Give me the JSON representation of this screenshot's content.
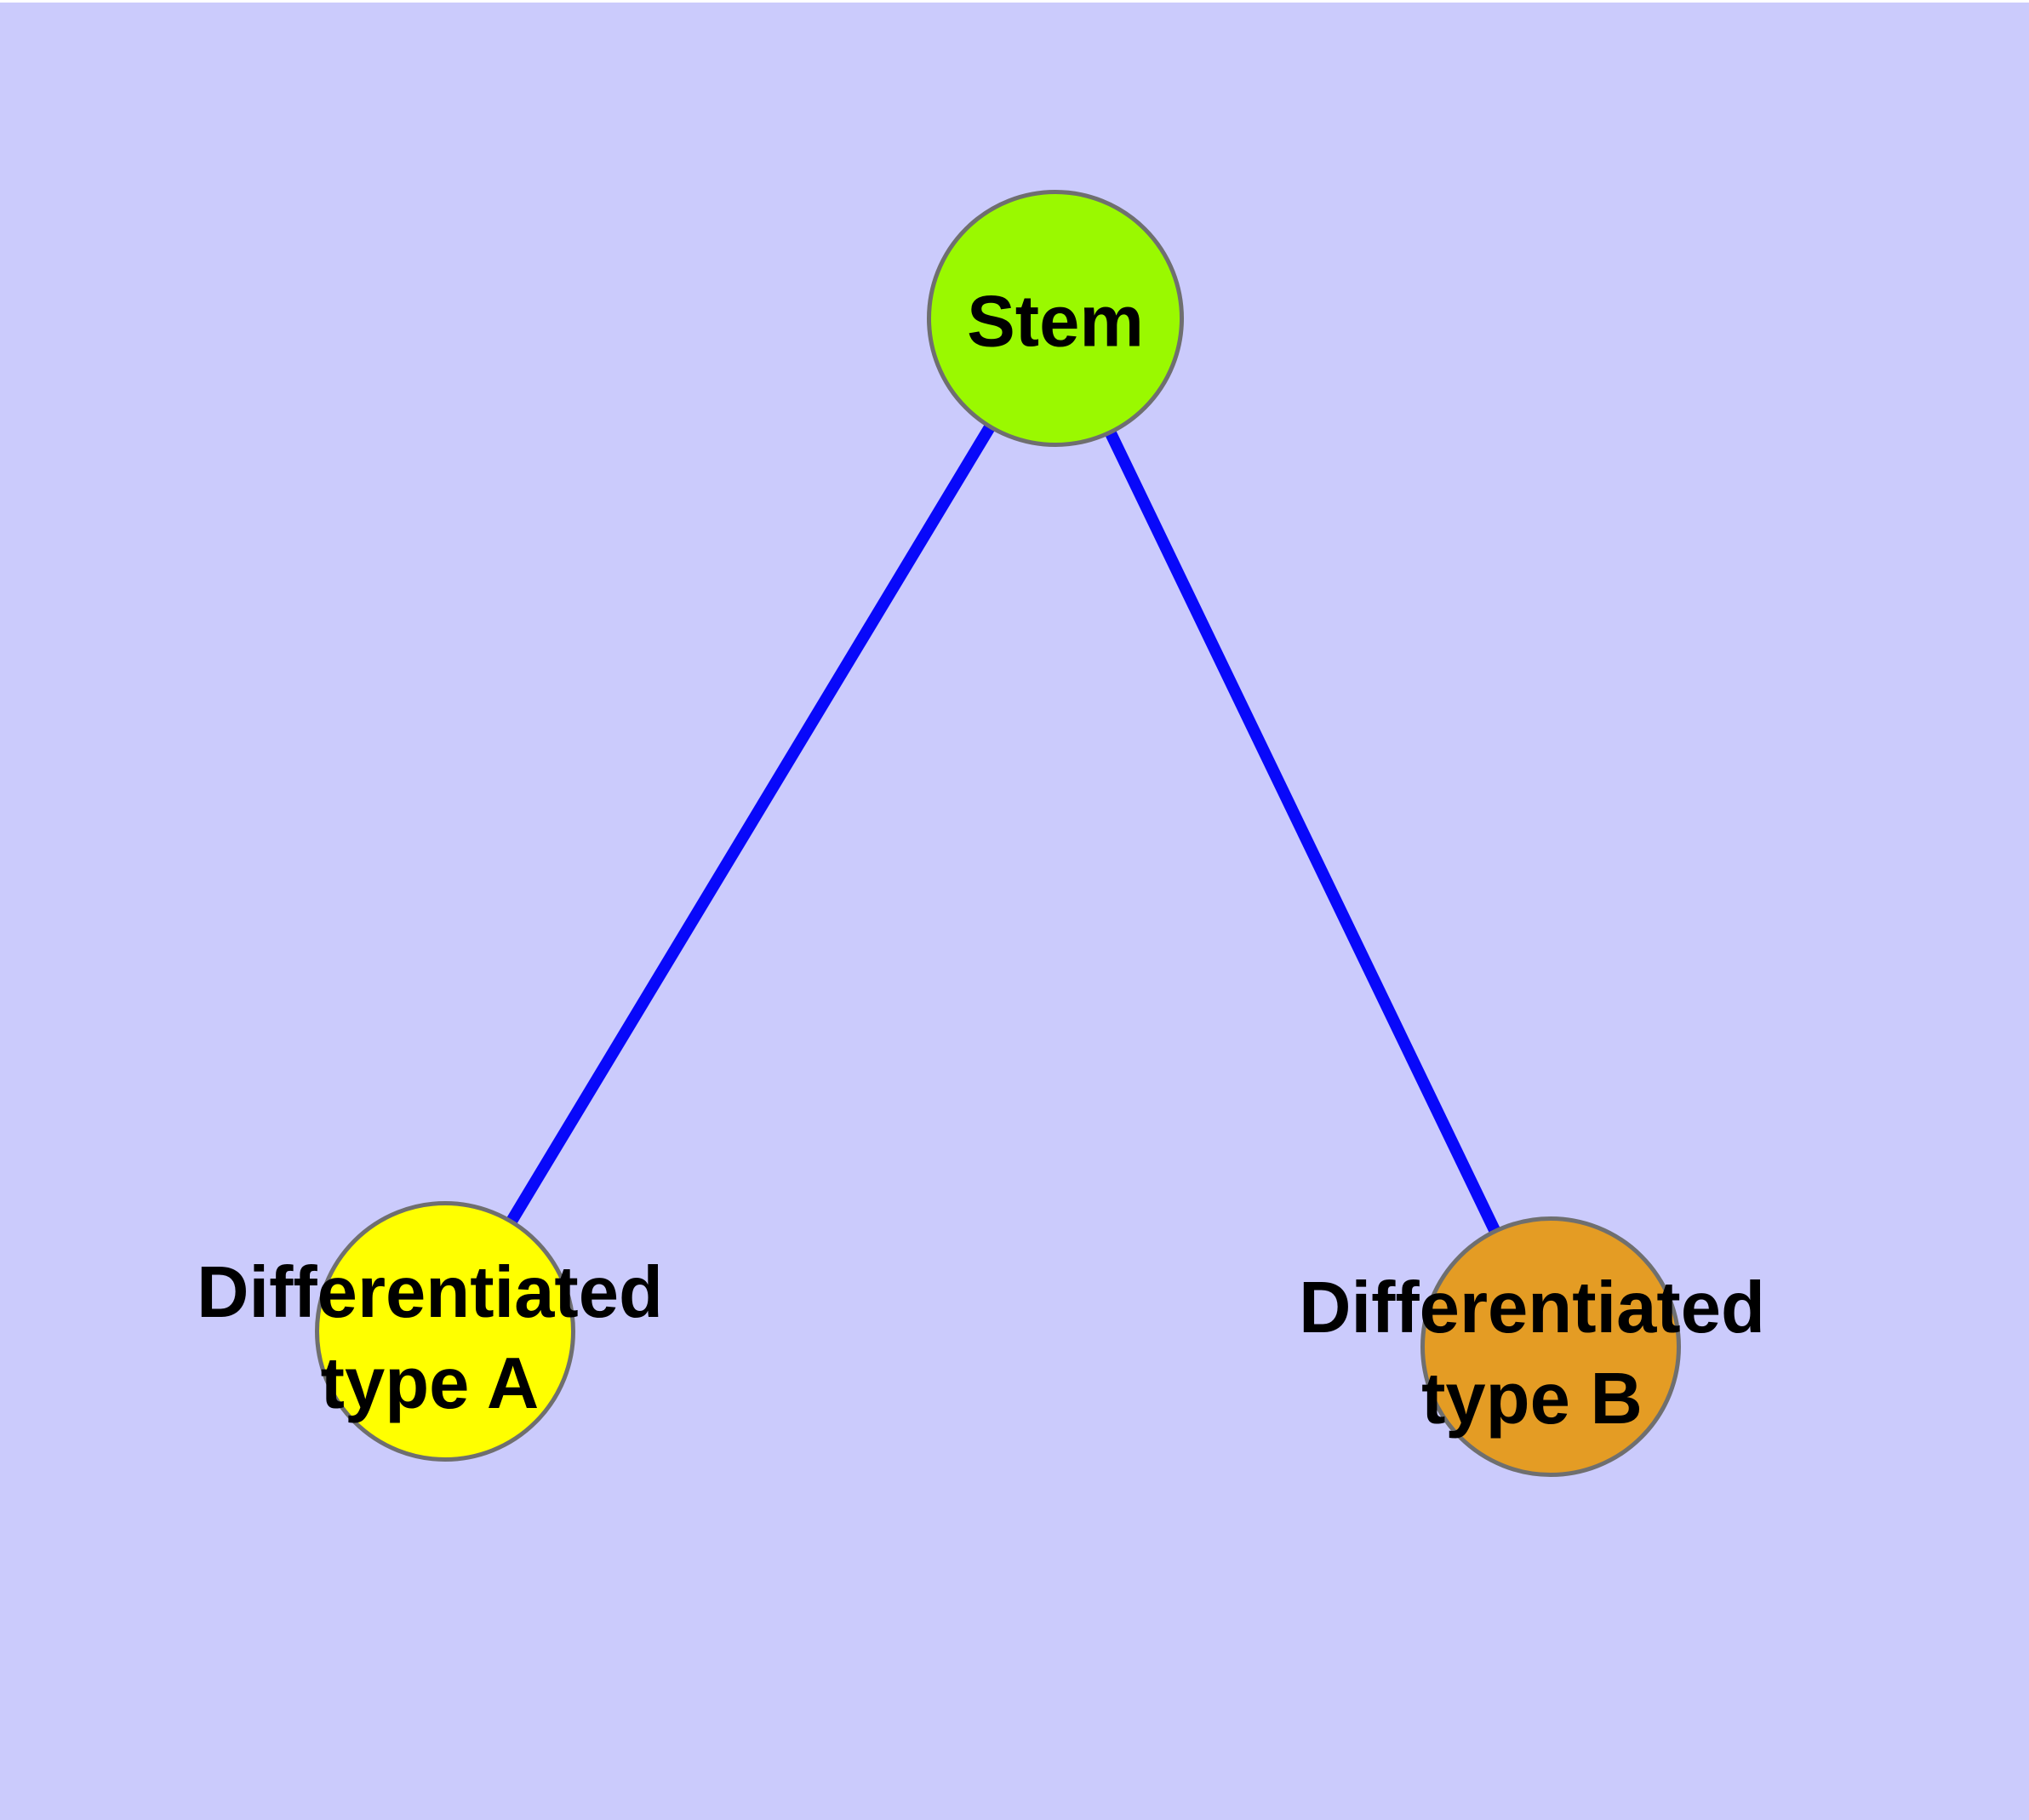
{
  "page": {
    "top_strip_color": "#FFFFFF"
  },
  "diagram": {
    "background_color": "#CBCBFC",
    "edge_color": "#0808FA",
    "node_border_color": "#6F6F6F",
    "label_color": "#000000",
    "nodes": [
      {
        "id": "stem",
        "label": "Stem",
        "fill_color": "#9AF900"
      },
      {
        "id": "differentiated-type-a",
        "label_line1": "Differentiated",
        "label_line2": "type A",
        "fill_color": "#FFFF00"
      },
      {
        "id": "differentiated-type-b",
        "label_line1": "Differentiated",
        "label_line2": "type B",
        "fill_color": "#E49C24"
      }
    ],
    "edges": [
      {
        "from": "Stem",
        "to": "Differentiated type A"
      },
      {
        "from": "Stem",
        "to": "Differentiated type B"
      }
    ]
  }
}
